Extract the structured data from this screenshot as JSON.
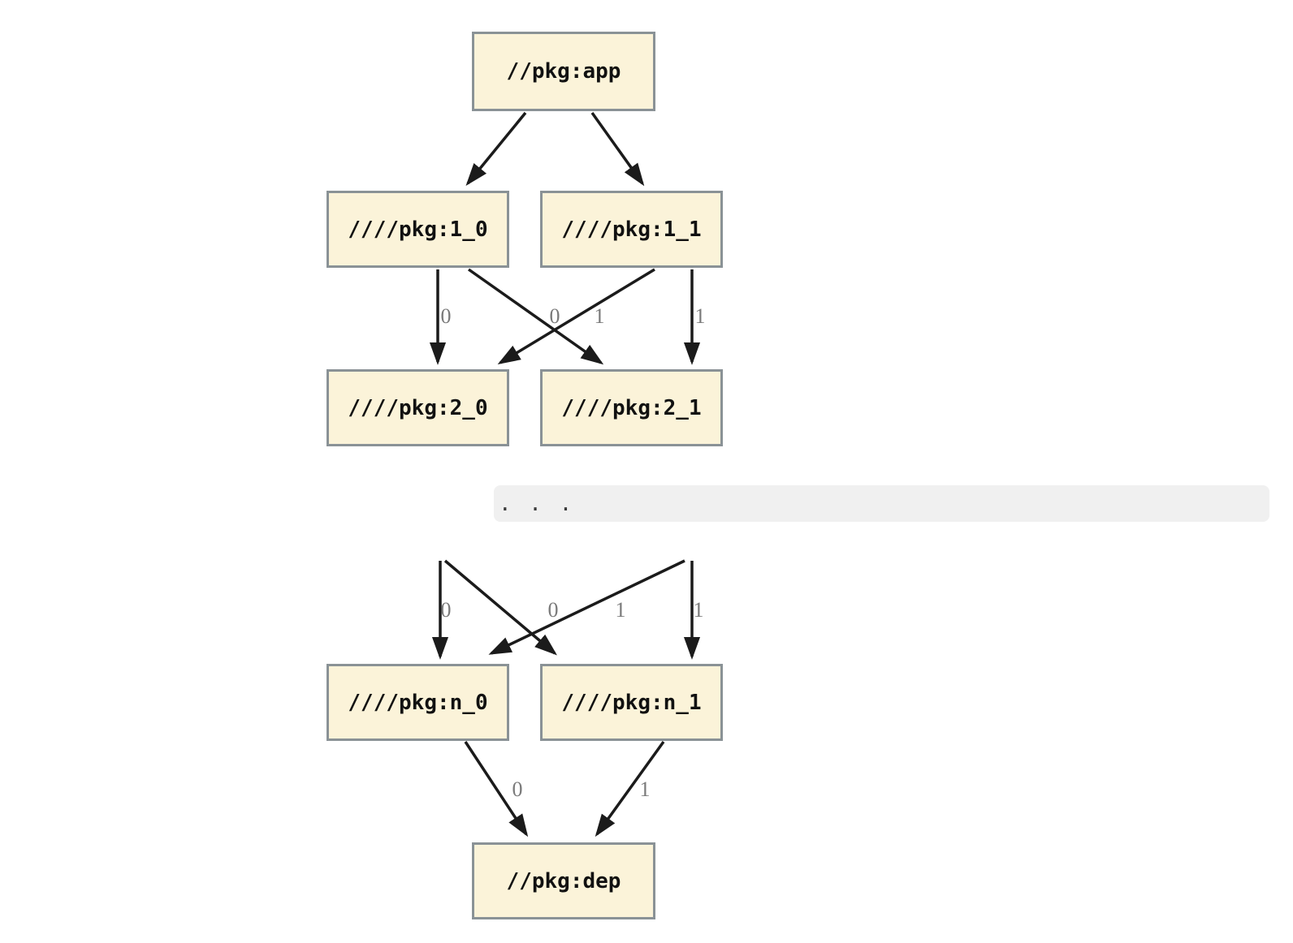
{
  "diagram": {
    "type": "dependency-graph",
    "nodes": {
      "app": {
        "label": "//pkg:app"
      },
      "v1_0": {
        "label": "////pkg:1_0"
      },
      "v1_1": {
        "label": "////pkg:1_1"
      },
      "v2_0": {
        "label": "////pkg:2_0"
      },
      "v2_1": {
        "label": "////pkg:2_1"
      },
      "vn_0": {
        "label": "////pkg:n_0"
      },
      "vn_1": {
        "label": "////pkg:n_1"
      },
      "dep": {
        "label": "//pkg:dep"
      }
    },
    "ellipsis": ". . .",
    "edge_labels": {
      "tier1": [
        "0",
        "0",
        "1",
        "1"
      ],
      "tier2": [
        "0",
        "0",
        "1",
        "1"
      ],
      "tier3": [
        "0",
        "1"
      ]
    },
    "edges": [
      {
        "from": "//pkg:app",
        "to": "////pkg:1_0",
        "label": ""
      },
      {
        "from": "//pkg:app",
        "to": "////pkg:1_1",
        "label": ""
      },
      {
        "from": "////pkg:1_0",
        "to": "////pkg:2_0",
        "label": "0"
      },
      {
        "from": "////pkg:1_0",
        "to": "////pkg:2_1",
        "label": "1"
      },
      {
        "from": "////pkg:1_1",
        "to": "////pkg:2_0",
        "label": "0"
      },
      {
        "from": "////pkg:1_1",
        "to": "////pkg:2_1",
        "label": "1"
      },
      {
        "from": "(elided)",
        "to": "////pkg:n_0",
        "label": "0"
      },
      {
        "from": "(elided)",
        "to": "////pkg:n_1",
        "label": "1"
      },
      {
        "from": "(elided)",
        "to": "////pkg:n_0",
        "label": "0"
      },
      {
        "from": "(elided)",
        "to": "////pkg:n_1",
        "label": "1"
      },
      {
        "from": "////pkg:n_0",
        "to": "//pkg:dep",
        "label": "0"
      },
      {
        "from": "////pkg:n_1",
        "to": "//pkg:dep",
        "label": "1"
      }
    ],
    "colors": {
      "node_fill": "#fbf3d9",
      "node_border": "#8a9296",
      "edge": "#1b1b1b",
      "edge_label": "#7a7a7a",
      "ellipsis_bar": "#f0f0f0",
      "background": "#ffffff"
    }
  }
}
